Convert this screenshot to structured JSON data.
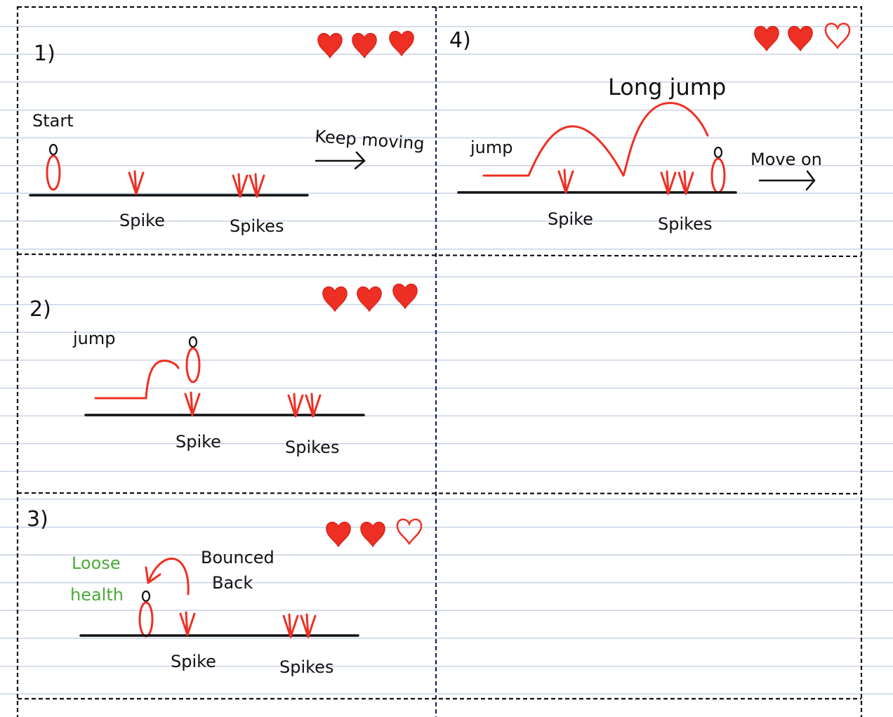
{
  "panels": [
    {
      "number": "1)",
      "hearts": [
        "full",
        "full",
        "full"
      ],
      "start_label": "Start",
      "spike_label": "Spike",
      "spikes_label": "Spikes",
      "hint": "Keep moving"
    },
    {
      "number": "2)",
      "hearts": [
        "full",
        "full",
        "full"
      ],
      "jump_label": "jump",
      "spike_label": "Spike",
      "spikes_label": "Spikes"
    },
    {
      "number": "3)",
      "hearts": [
        "full",
        "full",
        "empty"
      ],
      "lose_label_line1": "Loose",
      "lose_label_line2": "health",
      "bounce_label_line1": "Bounced",
      "bounce_label_line2": "Back",
      "spike_label": "Spike",
      "spikes_label": "Spikes"
    },
    {
      "number": "4)",
      "hearts": [
        "full",
        "full",
        "empty"
      ],
      "title": "Long jump",
      "jump_label": "jump",
      "spike_label": "Spike",
      "spikes_label": "Spikes",
      "hint": "Move on"
    }
  ],
  "colors": {
    "accent_red": "#ee3024",
    "accent_green": "#4caa3a",
    "ink": "#111111"
  }
}
